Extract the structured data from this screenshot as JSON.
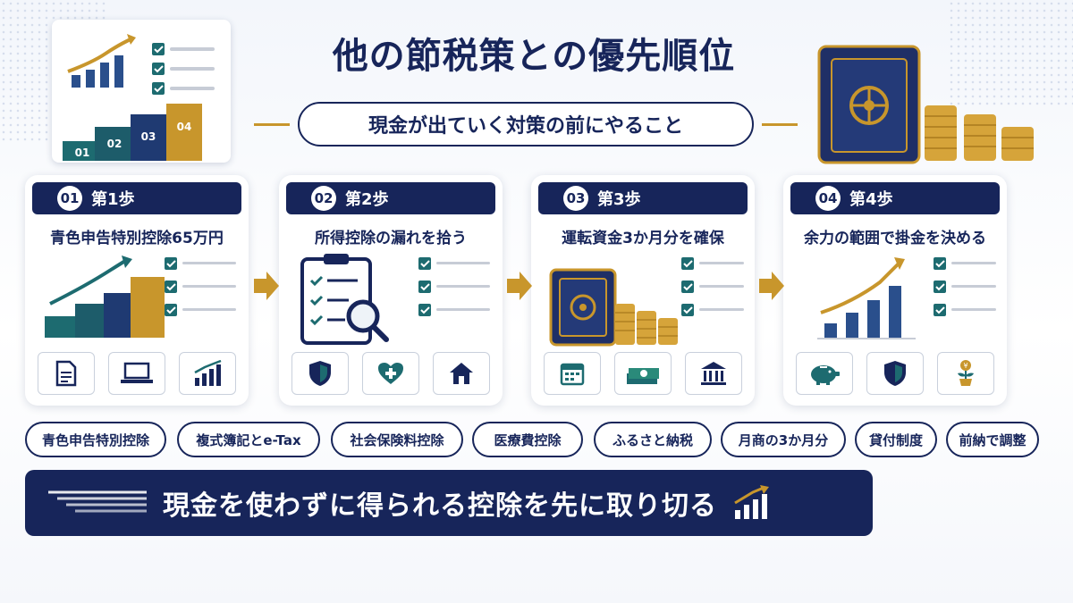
{
  "title": "他の節税策との優先順位",
  "subtitle": "現金が出ていく対策の前にやること",
  "hero": {
    "blocks": [
      "01",
      "02",
      "03",
      "04"
    ]
  },
  "steps": [
    {
      "num": "01",
      "label": "第1歩",
      "desc": "青色申告特別控除65万円"
    },
    {
      "num": "02",
      "label": "第2歩",
      "desc": "所得控除の漏れを拾う"
    },
    {
      "num": "03",
      "label": "第3歩",
      "desc": "運転資金3か月分を確保"
    },
    {
      "num": "04",
      "label": "第4歩",
      "desc": "余力の範囲で掛金を決める"
    }
  ],
  "tags": [
    "青色申告特別控除",
    "複式簿記とe-Tax",
    "社会保険料控除",
    "医療費控除",
    "ふるさと納税",
    "月商の3か月分",
    "貸付制度",
    "前納で調整"
  ],
  "banner": "現金を使わずに得られる控除を先に取り切る",
  "colors": {
    "navy": "#17255a",
    "gold": "#c8962c",
    "teal": "#1d6b70",
    "accent_blue": "#2a4f8c"
  },
  "icons": {
    "step1": [
      "document-icon",
      "laptop-icon",
      "bar-chart-icon"
    ],
    "step2": [
      "shield-icon",
      "heart-plus-icon",
      "house-icon"
    ],
    "step3": [
      "calendar-icon",
      "cash-stack-icon",
      "bank-icon"
    ],
    "step4": [
      "piggy-bank-icon",
      "shield-icon",
      "plant-yen-icon"
    ]
  }
}
